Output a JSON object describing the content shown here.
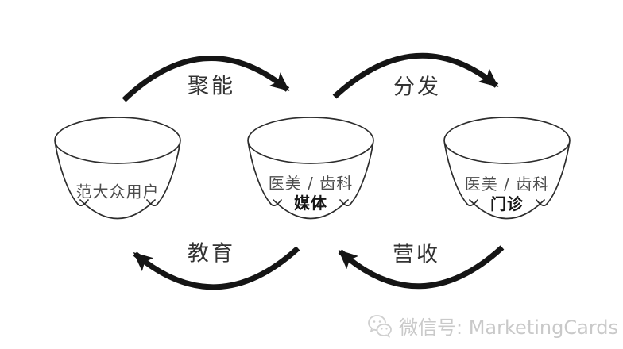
{
  "diagram": {
    "type": "cycle-flow",
    "arrows": [
      {
        "id": "top-left",
        "label": "聚能",
        "from": "left-bucket",
        "to": "middle-bucket"
      },
      {
        "id": "top-right",
        "label": "分发",
        "from": "middle-bucket",
        "to": "right-bucket"
      },
      {
        "id": "bottom-left",
        "label": "教育",
        "from": "middle-bucket",
        "to": "left-bucket"
      },
      {
        "id": "bottom-right",
        "label": "营收",
        "from": "right-bucket",
        "to": "middle-bucket"
      }
    ],
    "buckets": [
      {
        "id": "left",
        "lines": [
          "范大众用户"
        ]
      },
      {
        "id": "middle",
        "lines": [
          "医美 / 齿科",
          "媒体"
        ]
      },
      {
        "id": "right",
        "lines": [
          "医美 / 齿科",
          "门诊"
        ]
      }
    ],
    "watermark": {
      "icon": "wechat-icon",
      "text": "微信号: MarketingCards"
    },
    "colors": {
      "background": "#ffffff",
      "bucket_outline": "#2d2d2d",
      "arrow": "#151515",
      "arrow_label": "#333333",
      "bucket_text": "#4d4d4d",
      "bucket_text_bold": "#161616",
      "watermark_text": "#c9c9c9"
    }
  }
}
